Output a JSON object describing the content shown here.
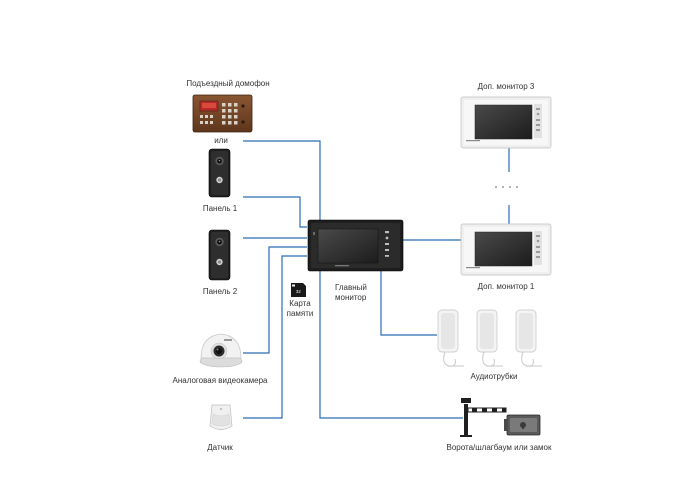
{
  "diagram": {
    "labels": {
      "entrance_intercom": "Подъездный домофон",
      "or": "или",
      "panel_1": "Панель 1",
      "panel_2": "Панель 2",
      "analog_camera": "Аналоговая видеокамера",
      "sensor": "Датчик",
      "memory_card": "Карта\nпамяти",
      "main_monitor": "Главный\nмонитор",
      "extra_monitor_3": "Доп. монитор 3",
      "extra_monitor_1": "Доп. монитор 1",
      "handsets": "Аудиотрубки",
      "gate_lock": "Ворота/шлагбаум или замок"
    },
    "sd_card_text": "32",
    "colors": {
      "wire": "#2a6db5",
      "main_monitor_frame": "#1e1e1e",
      "extra_monitor_frame": "#e9e9e9",
      "screen": "#2c2c2c",
      "intercom_body": "#7a4a2a"
    }
  }
}
